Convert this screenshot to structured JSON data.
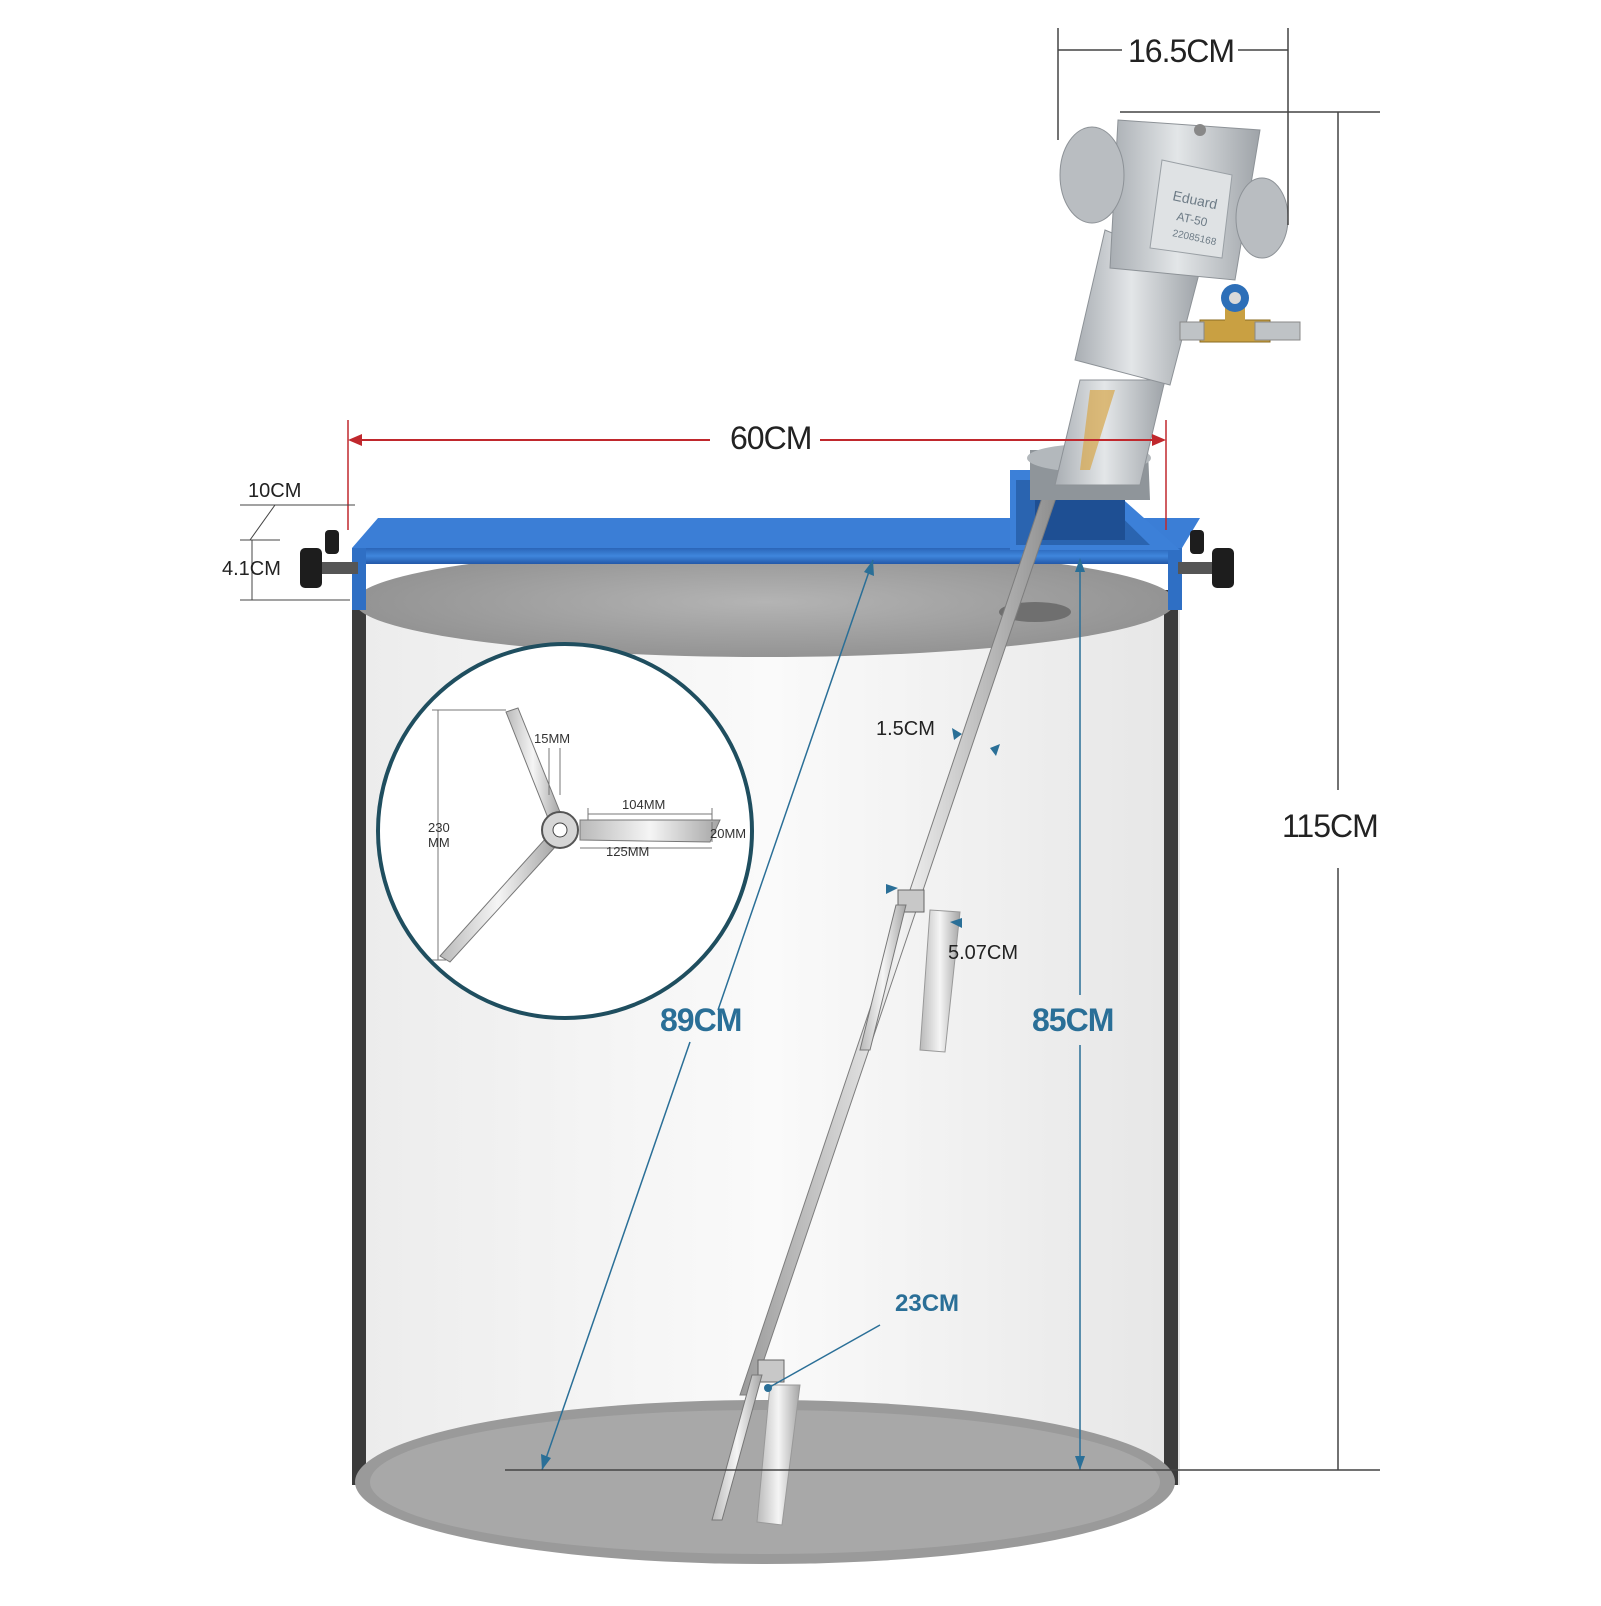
{
  "dimensions": {
    "motor_width": "16.5CM",
    "bracket_length": "60CM",
    "bracket_width": "10CM",
    "bracket_height": "4.1CM",
    "total_height": "115CM",
    "shaft_length_diagonal": "89CM",
    "insertion_depth": "85CM",
    "shaft_diameter": "1.5CM",
    "upper_blade_width": "5.07CM",
    "bottom_blade_spacing": "23CM"
  },
  "impeller_detail": {
    "hub_width": "15MM",
    "blade_length": "104MM",
    "blade_width": "20MM",
    "radius": "125MM",
    "overall_height_value": "230",
    "overall_height_unit": "MM"
  },
  "motor_label": {
    "brand": "Eduard",
    "model": "AT-50",
    "serial": "22085168"
  },
  "colors": {
    "bracket": "#2f74c8",
    "dimension_red": "#c0282d",
    "dimension_teal": "#2a6f97",
    "motor": "#c7cbcf",
    "drum_wall": "#3b3b3b"
  }
}
